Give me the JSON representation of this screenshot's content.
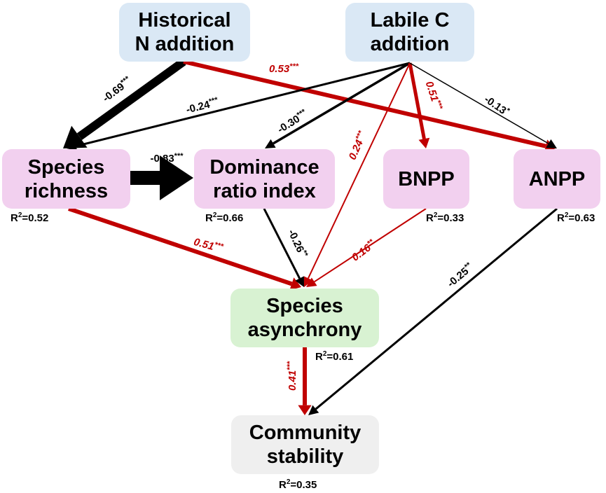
{
  "colors": {
    "positive": "#c00000",
    "negative": "#000000",
    "driver_fill": "#dae8f5",
    "mediator_fill": "#f2d0ef",
    "asynchrony_fill": "#d8f2d2",
    "outcome_fill": "#efefef"
  },
  "nodes": {
    "hist_n": {
      "label": "Historical\nN addition"
    },
    "labile_c": {
      "label": "Labile C\naddition"
    },
    "richness": {
      "label": "Species\nrichness",
      "r2": "R²=0.52"
    },
    "dominance": {
      "label": "Dominance\nratio index",
      "r2": "R²=0.66"
    },
    "bnpp": {
      "label": "BNPP",
      "r2": "R²=0.33"
    },
    "anpp": {
      "label": "ANPP",
      "r2": "R²=0.63"
    },
    "asynchrony": {
      "label": "Species\nasynchrony",
      "r2": "R²=0.61"
    },
    "stability": {
      "label": "Community\nstability",
      "r2": "R²=0.35"
    }
  },
  "paths": [
    {
      "from": "hist_n",
      "to": "richness",
      "coef": "-0.69",
      "sig": "***",
      "sign": "negative"
    },
    {
      "from": "hist_n",
      "to": "anpp",
      "coef": "0.53",
      "sig": "***",
      "sign": "positive"
    },
    {
      "from": "labile_c",
      "to": "richness",
      "coef": "-0.24",
      "sig": "***",
      "sign": "negative"
    },
    {
      "from": "labile_c",
      "to": "dominance",
      "coef": "-0.30",
      "sig": "***",
      "sign": "negative"
    },
    {
      "from": "labile_c",
      "to": "asynchrony",
      "coef": "0.24",
      "sig": "***",
      "sign": "positive"
    },
    {
      "from": "labile_c",
      "to": "bnpp",
      "coef": "0.51",
      "sig": "***",
      "sign": "positive"
    },
    {
      "from": "labile_c",
      "to": "anpp",
      "coef": "-0.13",
      "sig": "*",
      "sign": "negative"
    },
    {
      "from": "richness",
      "to": "dominance",
      "coef": "-0.83",
      "sig": "***",
      "sign": "negative"
    },
    {
      "from": "richness",
      "to": "asynchrony",
      "coef": "0.51",
      "sig": "***",
      "sign": "positive"
    },
    {
      "from": "dominance",
      "to": "asynchrony",
      "coef": "-0.26",
      "sig": "**",
      "sign": "negative"
    },
    {
      "from": "bnpp",
      "to": "asynchrony",
      "coef": "0.16",
      "sig": "**",
      "sign": "positive"
    },
    {
      "from": "asynchrony",
      "to": "stability",
      "coef": "0.41",
      "sig": "***",
      "sign": "positive"
    },
    {
      "from": "anpp",
      "to": "stability",
      "coef": "-0.25",
      "sig": "**",
      "sign": "negative"
    }
  ]
}
